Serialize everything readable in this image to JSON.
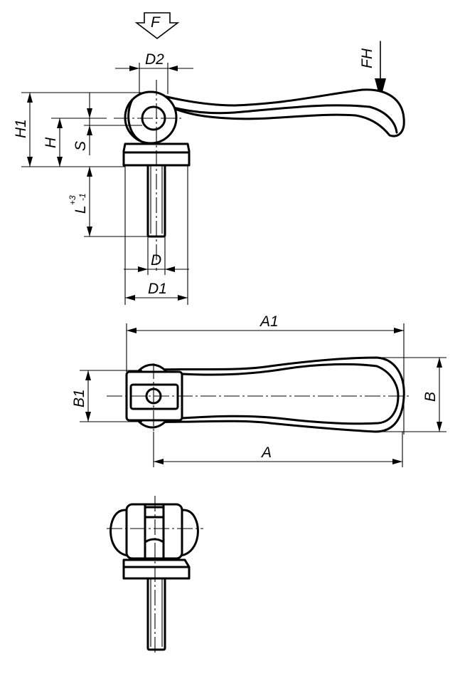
{
  "labels": {
    "force": "F",
    "handle_force": "FH",
    "d2": "D2",
    "h1": "H1",
    "h": "H",
    "s": "S",
    "l": "L",
    "l_tol_upper": "+3",
    "l_tol_lower": "-1",
    "d": "D",
    "d1": "D1",
    "a1": "A1",
    "a": "A",
    "b1": "B1",
    "b": "B"
  }
}
